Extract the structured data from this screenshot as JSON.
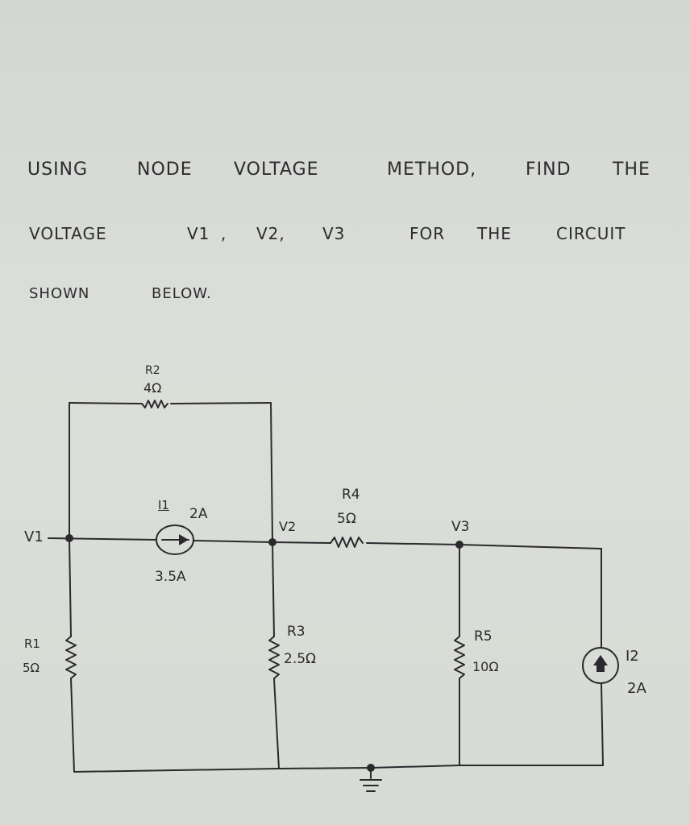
{
  "question": {
    "line1": [
      "USING",
      "NODE",
      "VOLTAGE",
      "METHOD,",
      "FIND",
      "THE"
    ],
    "line2": [
      "VOLTAGE",
      "V1",
      ",",
      "V2,",
      "V3",
      "FOR",
      "THE",
      "CIRCUIT"
    ],
    "line3": [
      "SHOWN",
      "BELOW."
    ]
  },
  "circuit": {
    "R1": {
      "name": "R1",
      "value": "5Ω"
    },
    "R2": {
      "name": "R2",
      "value": "4Ω"
    },
    "R3": {
      "name": "R3",
      "value": "2.5Ω"
    },
    "R4": {
      "name": "R4",
      "value": "5Ω"
    },
    "R5": {
      "name": "R5",
      "value": "10Ω"
    },
    "I1": {
      "name": "I1",
      "value": "2A",
      "extra": "3.5A"
    },
    "I2": {
      "name": "I2",
      "value": "2A"
    },
    "nodes": {
      "v1": "V1",
      "v2": "V2",
      "v3": "V3"
    }
  }
}
